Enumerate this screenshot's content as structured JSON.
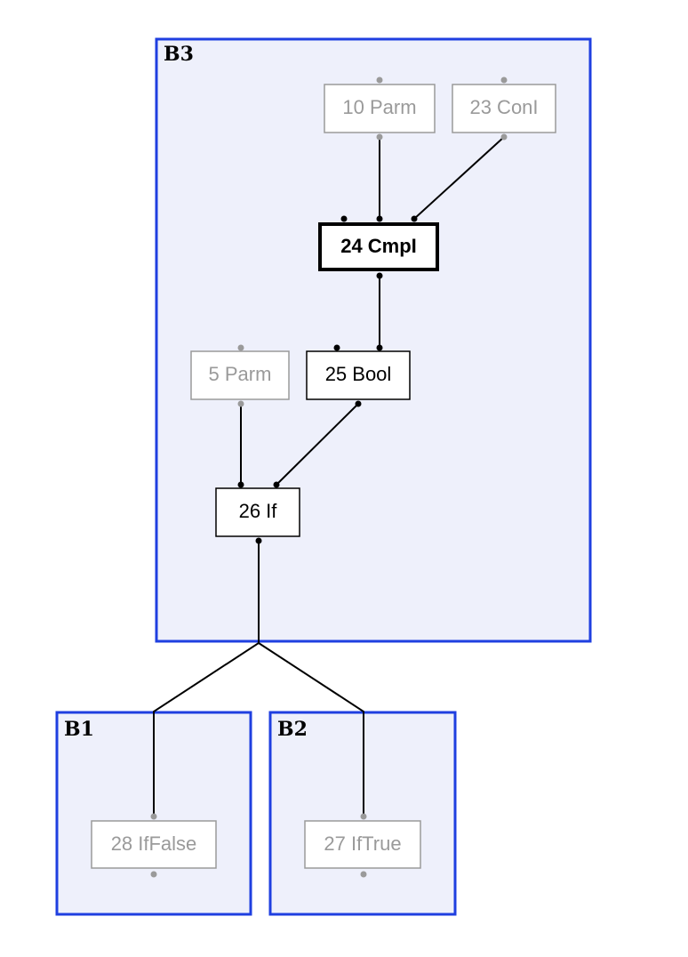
{
  "blocks": [
    {
      "id": "B3",
      "label": "B3"
    },
    {
      "id": "B1",
      "label": "B1"
    },
    {
      "id": "B2",
      "label": "B2"
    }
  ],
  "nodes": [
    {
      "id": "n10",
      "label": "10 Parm",
      "style": "faded"
    },
    {
      "id": "n23",
      "label": "23 ConI",
      "style": "faded"
    },
    {
      "id": "n24",
      "label": "24 CmpI",
      "style": "bold"
    },
    {
      "id": "n5",
      "label": "5 Parm",
      "style": "faded"
    },
    {
      "id": "n25",
      "label": "25 Bool",
      "style": "normal"
    },
    {
      "id": "n26",
      "label": "26 If",
      "style": "normal"
    },
    {
      "id": "n28",
      "label": "28 IfFalse",
      "style": "faded"
    },
    {
      "id": "n27",
      "label": "27 IfTrue",
      "style": "faded"
    }
  ],
  "edges": [
    {
      "from": "10 Parm",
      "to": "24 CmpI"
    },
    {
      "from": "23 ConI",
      "to": "24 CmpI"
    },
    {
      "from": "24 CmpI",
      "to": "25 Bool"
    },
    {
      "from": "5 Parm",
      "to": "26 If"
    },
    {
      "from": "25 Bool",
      "to": "26 If"
    },
    {
      "from": "26 If",
      "to": "28 IfFalse"
    },
    {
      "from": "26 If",
      "to": "27 IfTrue"
    }
  ],
  "colors": {
    "block_border": "#1f3fe0",
    "block_fill": "#eef0fb",
    "faded": "#9a9a9a"
  }
}
